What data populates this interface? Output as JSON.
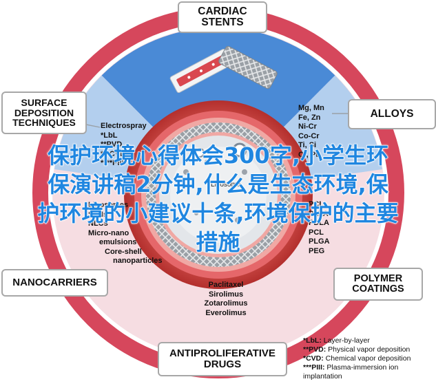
{
  "boxes": {
    "cardiac_stents": [
      "CARDIAC",
      "STENTS"
    ],
    "surface_deposition": [
      "SURFACE",
      "DEPOSITION",
      "TECHNIQUES"
    ],
    "alloys": [
      "ALLOYS"
    ],
    "nanocarriers": [
      "NANOCARRIERS"
    ],
    "polymer_coatings": [
      "POLYMER",
      "COATINGS"
    ],
    "antiproliferative_drugs": [
      "ANTIPROLIFERATIVE",
      "DRUGS"
    ]
  },
  "labels": {
    "deposition": [
      "Electrospray",
      "*LbL",
      "**PVD",
      "***CVD",
      "****PIII"
    ],
    "alloys": [
      "Mg, Mn",
      "Fe, Zn",
      "Ni-Cr",
      "Co-Cr",
      "Ti, Si",
      "Cr, Pt"
    ],
    "nanocarriers": [
      "Liposomes",
      "SLNs",
      "NLCs",
      "Micro-nano",
      "emulsions",
      "Core-shell",
      "nanoparticles"
    ],
    "polymers": [
      "PCL",
      "PLLA",
      "PDLA",
      "PCL",
      "PLGA",
      "PEG"
    ],
    "drugs": [
      "Paclitaxel",
      "Sirolimus",
      "Zotarolimus",
      "Everolimus"
    ],
    "liposome": "Liposome"
  },
  "overlay_title": [
    "保护环境心得体会300字,小学生环",
    "保演讲稿2分钟,什么是生态环境,保",
    "护环境的小建议十条,环境保护的主要",
    "措施"
  ],
  "legend": [
    {
      "key": "*LbL:",
      "text": " Layer-by-layer"
    },
    {
      "key": "**PVD:",
      "text": " Physical vapor deposition"
    },
    {
      "key": "*CVD:",
      "text": " Chemical vapor deposition"
    },
    {
      "key": "***PIII:",
      "text": " Plasma-immersion ion"
    },
    {
      "key": "",
      "text": "implantation"
    }
  ],
  "colors": {
    "outer_ring": "#d6475c",
    "outer_ring_light": "#f6dde2",
    "blue_quadrant": "#4a8ad6",
    "light_blue": "#b3cfee",
    "vessel_wall": "#c93c3a",
    "lumen": "#e3e6ea",
    "box_border": "#a7a7a7",
    "overlay_text": "#1f86e0"
  }
}
